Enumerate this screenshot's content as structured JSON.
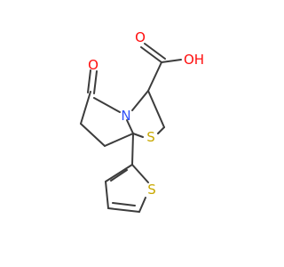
{
  "molecule": {
    "name": "",
    "atoms": {
      "ketone_O": {
        "label": "O",
        "color": "#ff0d0d"
      },
      "ring_N": {
        "label": "N",
        "color": "#3050f8"
      },
      "ring_S": {
        "label": "S",
        "color": "#c8a800"
      },
      "thiophene_S": {
        "label": "S",
        "color": "#c8a800"
      },
      "acid_O": {
        "label": "O",
        "color": "#ff0d0d"
      },
      "acid_OH": {
        "label": "OH",
        "color": "#ff0d0d"
      }
    },
    "bond_color": "#3c3c3c"
  }
}
